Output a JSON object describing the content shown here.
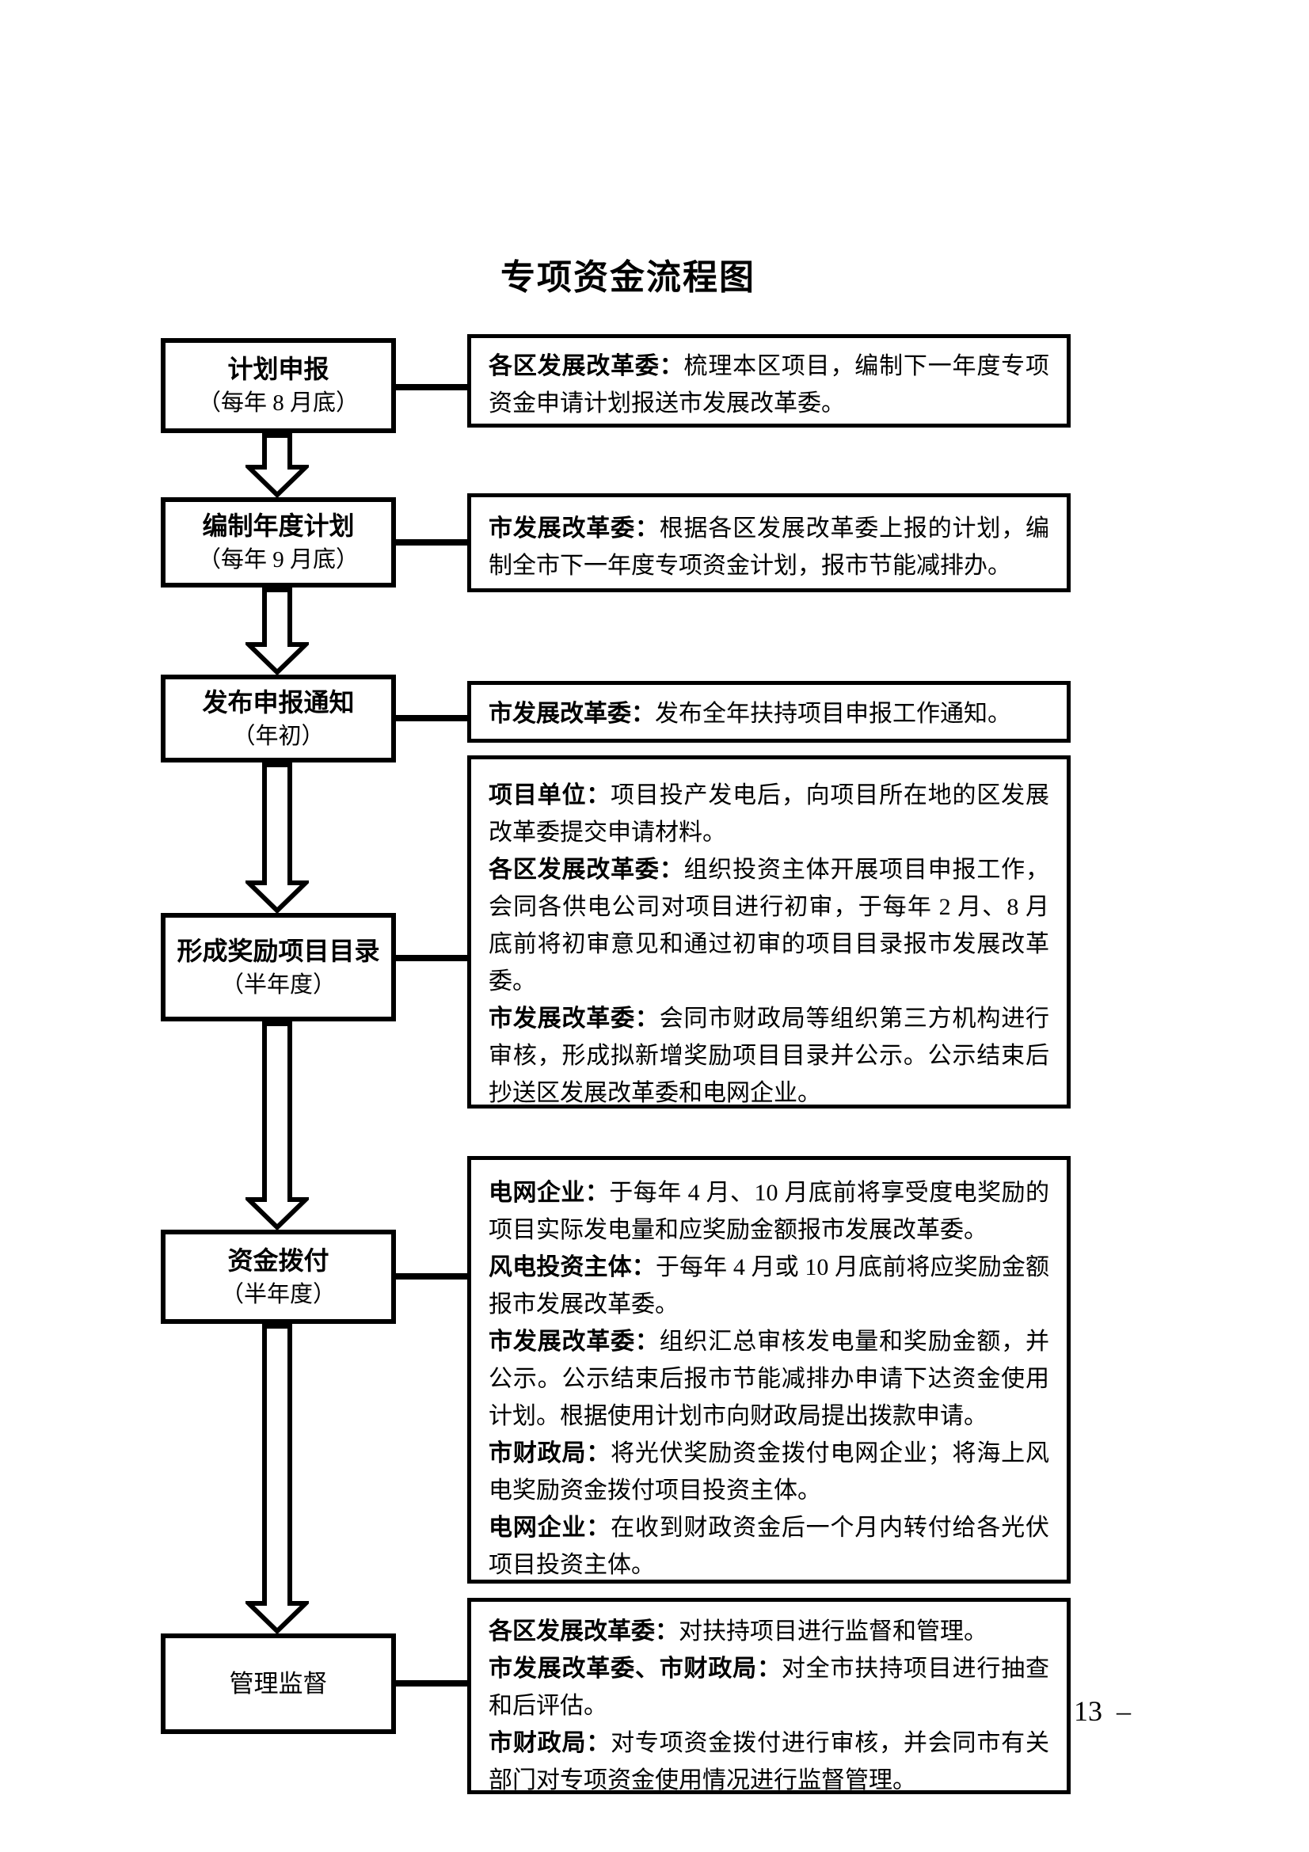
{
  "page": {
    "title": "专项资金流程图",
    "page_number": "13  –"
  },
  "flow_steps": [
    {
      "title": "计划申报",
      "subtitle": "（每年 8 月底）"
    },
    {
      "title": "编制年度计划",
      "subtitle": "（每年 9 月底）"
    },
    {
      "title": "发布申报通知",
      "subtitle": "（年初）"
    },
    {
      "title": "形成奖励项目目录",
      "subtitle": "（半年度）"
    },
    {
      "title": "资金拨付",
      "subtitle": "（半年度）"
    },
    {
      "title": "管理监督",
      "subtitle": ""
    }
  ],
  "detail_boxes": [
    {
      "segments": [
        {
          "label": "各区发展改革委：",
          "text": "梳理本区项目，编制下一年度专项资金申请计划报送市发展改革委。"
        }
      ]
    },
    {
      "segments": [
        {
          "label": "市发展改革委：",
          "text": "根据各区发展改革委上报的计划，编制全市下一年度专项资金计划，报市节能减排办。"
        }
      ]
    },
    {
      "segments": [
        {
          "label": "市发展改革委：",
          "text": "发布全年扶持项目申报工作通知。"
        }
      ]
    },
    {
      "segments": [
        {
          "label": "项目单位：",
          "text": "项目投产发电后，向项目所在地的区发展改革委提交申请材料。"
        },
        {
          "label": "各区发展改革委：",
          "text": "组织投资主体开展项目申报工作，会同各供电公司对项目进行初审，于每年 2 月、8 月底前将初审意见和通过初审的项目目录报市发展改革委。"
        },
        {
          "label": "市发展改革委：",
          "text": "会同市财政局等组织第三方机构进行审核，形成拟新增奖励项目目录并公示。公示结束后抄送区发展改革委和电网企业。"
        }
      ]
    },
    {
      "segments": [
        {
          "label": "电网企业：",
          "text": "于每年 4 月、10 月底前将享受度电奖励的项目实际发电量和应奖励金额报市发展改革委。"
        },
        {
          "label": "风电投资主体：",
          "text": "于每年 4 月或 10 月底前将应奖励金额报市发展改革委。"
        },
        {
          "label": "市发展改革委：",
          "text": "组织汇总审核发电量和奖励金额，并公示。公示结束后报市节能减排办申请下达资金使用计划。根据使用计划市向财政局提出拨款申请。"
        },
        {
          "label": "市财政局：",
          "text": "将光伏奖励资金拨付电网企业；将海上风电奖励资金拨付项目投资主体。"
        },
        {
          "label": "电网企业：",
          "text": "在收到财政资金后一个月内转付给各光伏项目投资主体。"
        }
      ]
    },
    {
      "segments": [
        {
          "label": "各区发展改革委：",
          "text": "对扶持项目进行监督和管理。"
        },
        {
          "label": "市发展改革委、市财政局：",
          "text": "对全市扶持项目进行抽查和后评估。"
        },
        {
          "label": "市财政局：",
          "text": "对专项资金拨付进行审核，并会同市有关部门对专项资金使用情况进行监督管理。"
        }
      ]
    }
  ]
}
